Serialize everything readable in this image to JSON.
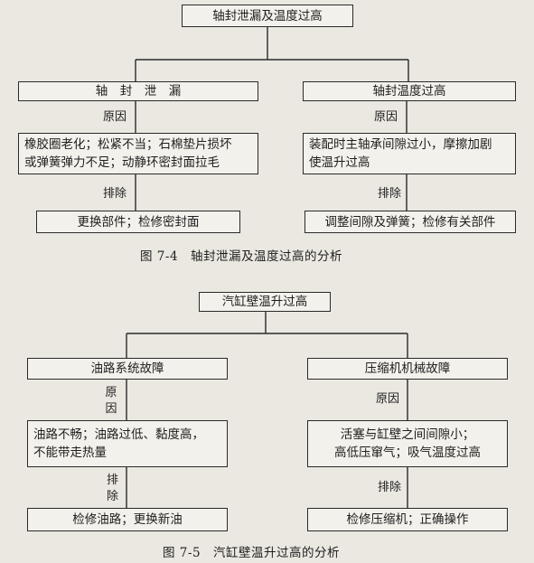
{
  "fig4": {
    "root": "轴封泄漏及温度过高",
    "left": {
      "title": "轴　封　泄　漏",
      "cause_label": "原因",
      "cause_line1": "橡胶圈老化；松紧不当；石棉垫片损坏",
      "cause_line2": "或弹簧弹力不足；动静环密封面拉毛",
      "fix_label": "排除",
      "fix": "更换部件；检修密封面"
    },
    "right": {
      "title": "轴封温度过高",
      "cause_label": "原因",
      "cause_line1": "装配时主轴承间隙过小，摩擦加剧",
      "cause_line2": "使温升过高",
      "fix_label": "排除",
      "fix": "调整间隙及弹簧；检修有关部件"
    },
    "caption": "图 7-4　轴封泄漏及温度过高的分析"
  },
  "fig5": {
    "root": "汽缸壁温升过高",
    "left": {
      "title": "油路系统故障",
      "cause_label": "原因",
      "cause_line1": "油路不畅；油路过低、黏度高，",
      "cause_line2": "不能带走热量",
      "fix_label_1": "排",
      "fix_label_2": "除",
      "fix": "检修油路；更换新油"
    },
    "right": {
      "title": "压缩机机械故障",
      "cause_label": "原因",
      "cause_line1": "活塞与缸壁之间间隙小；",
      "cause_line2": "高低压窜气；吸气温度过高",
      "fix_label": "排除",
      "fix": "检修压缩机；正确操作"
    },
    "caption": "图 7-5　汽缸壁温升过高的分析"
  }
}
